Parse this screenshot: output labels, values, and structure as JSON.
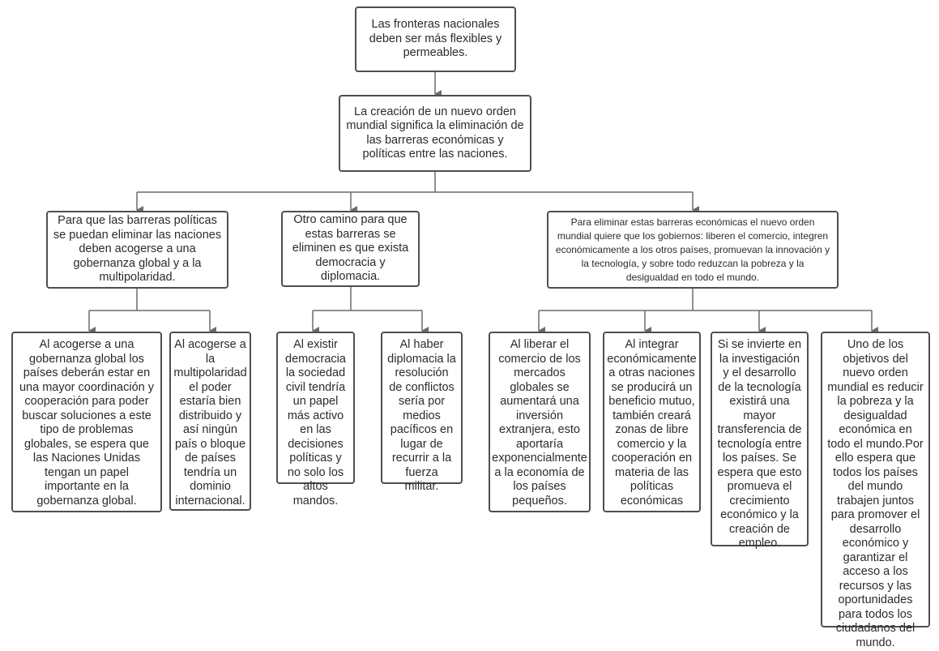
{
  "colors": {
    "line": "#6b6b6b",
    "border": "#4f4f4f",
    "text": "#2b2b2b"
  },
  "nodes": {
    "root": "Las fronteras nacionales deben ser más flexibles y permeables.",
    "level1": "La creación de un nuevo orden mundial significa la eliminación de las barreras económicas y políticas entre las naciones.",
    "branch_politicas": "Para que las barreras políticas se puedan eliminar las naciones deben acogerse a una gobernanza global y a la multipolaridad.",
    "branch_democracia": "Otro camino para que estas barreras se eliminen es que exista democracia y diplomacia.",
    "branch_economicas": "Para eliminar estas barreras económicas el nuevo orden mundial quiere que los gobiernos: liberen el comercio, integren económicamente a los otros países, promuevan la innovación y la tecnología, y sobre todo reduzcan la pobreza y la desigualdad en todo el mundo.",
    "leaf_gobernanza": "Al acogerse a una gobernanza global los países deberán estar en una mayor coordinación y cooperación para poder buscar soluciones a este tipo de problemas globales, se espera que las Naciones Unidas tengan un papel importante en la gobernanza global.",
    "leaf_multipolaridad": "Al acogerse a la multipolaridad el poder estaría bien distribuido y así ningún país o bloque de países tendría un dominio internacional.",
    "leaf_democracia": "Al existir democracia la sociedad civil tendría un papel más activo en las decisiones políticas y no solo los altos mandos.",
    "leaf_diplomacia": "Al haber diplomacia la resolución de conflictos sería por medios pacíficos en lugar de recurrir a la fuerza militar.",
    "leaf_comercio": "Al liberar el comercio de los mercados globales se aumentará una inversión extranjera, esto aportaría exponencialmente a la economía de los países pequeños.",
    "leaf_integracion": "Al integrar económicamente a otras naciones se producirá un beneficio mutuo, también creará zonas de libre comercio y la cooperación en materia de las políticas económicas",
    "leaf_tecnologia": "Si se invierte en la investigación y el desarrollo de la tecnología existirá una mayor transferencia de tecnología entre los países. Se espera que esto promueva el crecimiento económico y la creación de empleo.",
    "leaf_pobreza": "Uno de los objetivos del nuevo orden mundial es reducir la pobreza y la desigualdad económica en todo el mundo.Por ello espera que todos los países del mundo trabajen juntos para promover el desarrollo económico y garantizar el acceso a los recursos y las oportunidades para todos los ciudadanos del mundo."
  }
}
